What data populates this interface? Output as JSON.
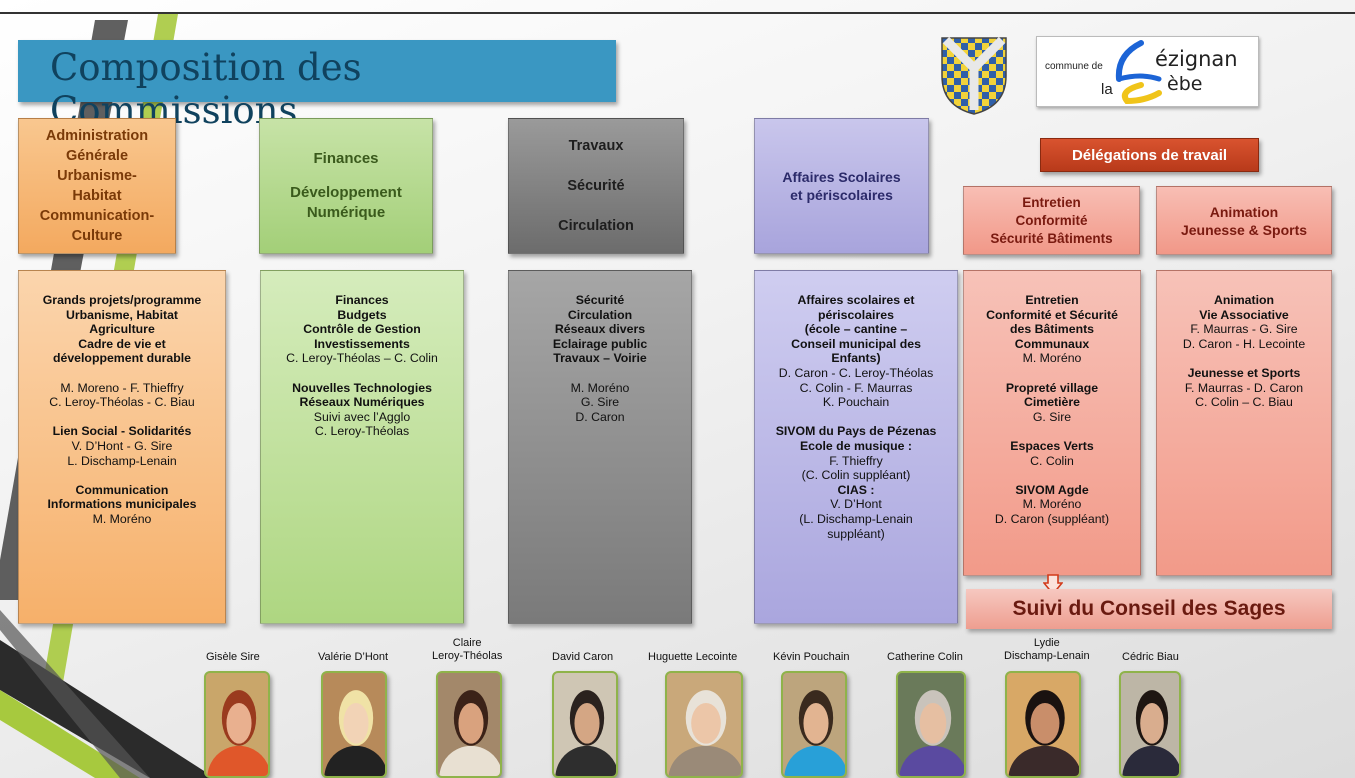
{
  "title": "Composition des Commissions",
  "logo": {
    "prefix": "commune de",
    "name1": "ézignan",
    "name2": "la",
    "name3": "èbe",
    "accent": "#1c64d6",
    "accent2": "#f0c419"
  },
  "colors": {
    "title_bar": "#3a97c2",
    "delegation": "#c8431f",
    "orange": "#f6b06a",
    "green": "#aed681",
    "grey": "#7a7a7a",
    "blue": "#aaa6de",
    "pink": "#f29a89"
  },
  "headers": {
    "admin": [
      "Administration",
      "Générale",
      "Urbanisme-",
      "Habitat",
      "Communication-",
      "Culture"
    ],
    "finances": [
      "Finances",
      "",
      "Développement",
      "Numérique"
    ],
    "travaux": [
      "Travaux",
      "Sécurité",
      "Circulation"
    ],
    "affaires": [
      "Affaires Scolaires",
      "et périscolaires"
    ],
    "entretien": [
      "Entretien",
      "Conformité",
      "Sécurité Bâtiments"
    ],
    "animation": [
      "Animation",
      "Jeunesse & Sports"
    ]
  },
  "delegations_label": "Délégations de travail",
  "columns": {
    "admin": [
      {
        "t": "Grands projets/programme",
        "b": true
      },
      {
        "t": "Urbanisme, Habitat",
        "b": true
      },
      {
        "t": "Agriculture",
        "b": true
      },
      {
        "t": "Cadre de vie et",
        "b": true
      },
      {
        "t": "développement durable",
        "b": true
      },
      {
        "t": ""
      },
      {
        "t": "M. Moreno - F. Thieffry"
      },
      {
        "t": "C. Leroy-Théolas - C. Biau"
      },
      {
        "t": ""
      },
      {
        "t": "Lien Social - Solidarités",
        "b": true
      },
      {
        "t": "V. D’Hont - G. Sire"
      },
      {
        "t": "L. Dischamp-Lenain"
      },
      {
        "t": ""
      },
      {
        "t": "Communication",
        "b": true
      },
      {
        "t": "Informations municipales",
        "b": true
      },
      {
        "t": "M. Moréno"
      }
    ],
    "finances": [
      {
        "t": "Finances",
        "b": true
      },
      {
        "t": "Budgets",
        "b": true
      },
      {
        "t": "Contrôle de Gestion",
        "b": true
      },
      {
        "t": "Investissements",
        "b": true
      },
      {
        "t": "C. Leroy-Théolas – C. Colin"
      },
      {
        "t": ""
      },
      {
        "t": "Nouvelles Technologies",
        "b": true
      },
      {
        "t": "Réseaux Numériques",
        "b": true
      },
      {
        "t": "Suivi avec l’Agglo"
      },
      {
        "t": "C. Leroy-Théolas"
      }
    ],
    "travaux": [
      {
        "t": "Sécurité",
        "b": true
      },
      {
        "t": "Circulation",
        "b": true
      },
      {
        "t": "Réseaux divers",
        "b": true
      },
      {
        "t": "Eclairage public",
        "b": true
      },
      {
        "t": "Travaux – Voirie",
        "b": true
      },
      {
        "t": ""
      },
      {
        "t": "M. Moréno"
      },
      {
        "t": "G. Sire"
      },
      {
        "t": "D. Caron"
      }
    ],
    "affaires": [
      {
        "t": "Affaires scolaires et",
        "b": true
      },
      {
        "t": "périscolaires",
        "b": true
      },
      {
        "t": "(école – cantine –",
        "b": true
      },
      {
        "t": "Conseil municipal des",
        "b": true
      },
      {
        "t": "Enfants)",
        "b": true
      },
      {
        "t": "D. Caron - C. Leroy-Théolas"
      },
      {
        "t": "C. Colin - F. Maurras"
      },
      {
        "t": "K. Pouchain"
      },
      {
        "t": ""
      },
      {
        "t": "SIVOM du Pays de Pézenas",
        "b": true
      },
      {
        "t": "Ecole de musique :",
        "b": true
      },
      {
        "t": "F. Thieffry"
      },
      {
        "t": "(C. Colin suppléant)"
      },
      {
        "t": "CIAS :",
        "b": true
      },
      {
        "t": "V. D’Hont"
      },
      {
        "t": "(L. Dischamp-Lenain"
      },
      {
        "t": "suppléant)"
      }
    ],
    "entretien": [
      {
        "t": "Entretien",
        "b": true
      },
      {
        "t": "Conformité et Sécurité",
        "b": true
      },
      {
        "t": "des Bâtiments",
        "b": true
      },
      {
        "t": "Communaux",
        "b": true
      },
      {
        "t": "M. Moréno"
      },
      {
        "t": ""
      },
      {
        "t": "Propreté village",
        "b": true
      },
      {
        "t": "Cimetière",
        "b": true
      },
      {
        "t": "G. Sire"
      },
      {
        "t": ""
      },
      {
        "t": "Espaces Verts",
        "b": true
      },
      {
        "t": "C. Colin"
      },
      {
        "t": ""
      },
      {
        "t": "SIVOM Agde",
        "b": true
      },
      {
        "t": "M. Moréno"
      },
      {
        "t": "D. Caron (suppléant)"
      }
    ],
    "animation": [
      {
        "t": "Animation",
        "b": true
      },
      {
        "t": "Vie Associative",
        "b": true
      },
      {
        "t": "F. Maurras - G. Sire"
      },
      {
        "t": "D. Caron - H. Lecointe"
      },
      {
        "t": ""
      },
      {
        "t": "Jeunesse et Sports",
        "b": true
      },
      {
        "t": "F. Maurras - D. Caron"
      },
      {
        "t": "C. Colin – C. Biau"
      }
    ]
  },
  "suivi_label": "Suivi du Conseil des Sages",
  "people": [
    {
      "name": [
        "Gisèle Sire"
      ]
    },
    {
      "name": [
        "Valérie D’Hont"
      ]
    },
    {
      "name": [
        "Claire",
        "Leroy-Théolas"
      ]
    },
    {
      "name": [
        "David Caron"
      ]
    },
    {
      "name": [
        "Huguette Lecointe"
      ]
    },
    {
      "name": [
        "Kévin Pouchain"
      ]
    },
    {
      "name": [
        "Catherine Colin"
      ]
    },
    {
      "name": [
        "Lydie",
        "Dischamp-Lenain"
      ]
    },
    {
      "name": [
        "Cédric Biau"
      ]
    }
  ]
}
